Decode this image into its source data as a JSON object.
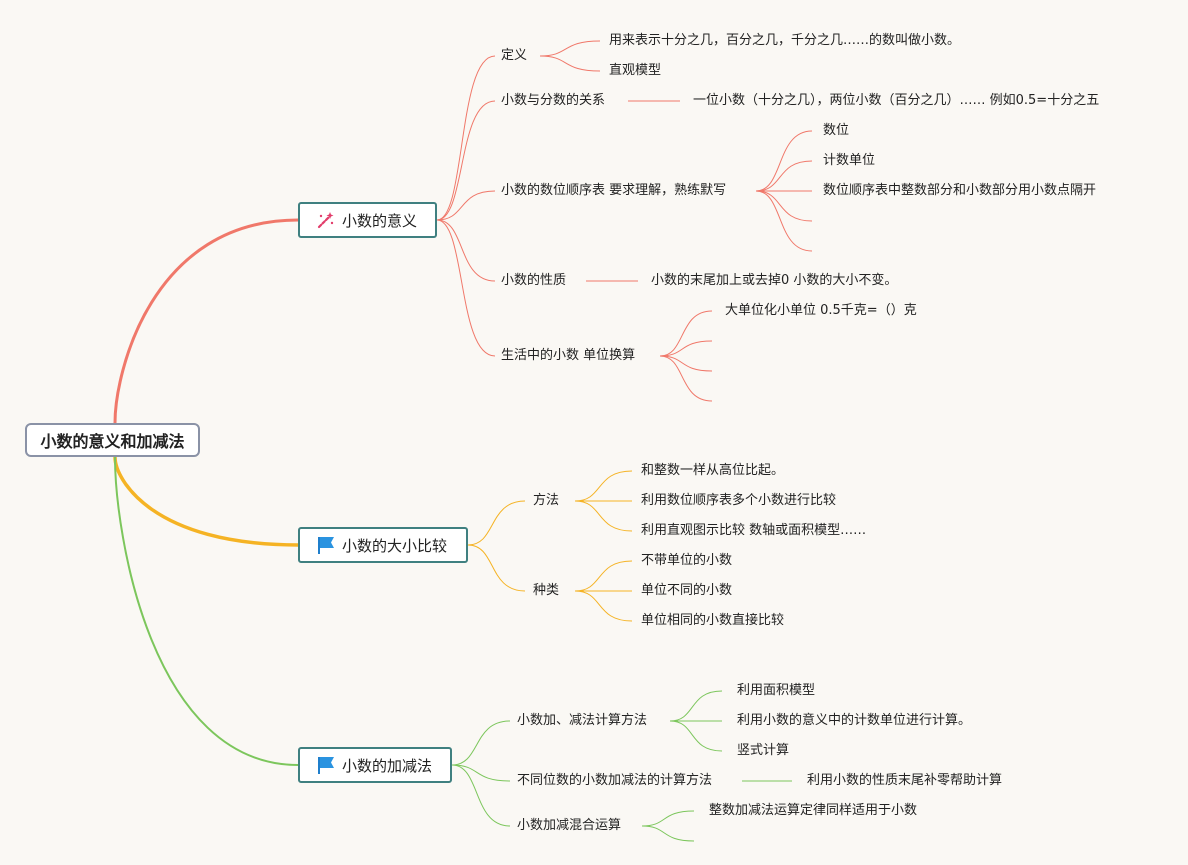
{
  "root": {
    "label": "小数的意义和加减法"
  },
  "branches": [
    {
      "label": "小数的意义",
      "icon": "magic-wand-icon",
      "color": "#f0786a",
      "children": [
        {
          "label": "定义",
          "children": [
            "用来表示十分之几，百分之几，千分之几……的数叫做小数。",
            "直观模型"
          ]
        },
        {
          "label": "小数与分数的关系",
          "children": [
            "一位小数（十分之几），两位小数（百分之几）…… 例如0.5=十分之五"
          ]
        },
        {
          "label": "小数的数位顺序表 要求理解，熟练默写",
          "children": [
            "数位",
            "计数单位",
            "数位顺序表中整数部分和小数部分用小数点隔开",
            "",
            ""
          ]
        },
        {
          "label": "小数的性质",
          "children": [
            "小数的末尾加上或去掉0 小数的大小不变。"
          ]
        },
        {
          "label": "生活中的小数 单位换算",
          "children": [
            "大单位化小单位 0.5千克=（）克",
            "",
            "",
            ""
          ]
        }
      ]
    },
    {
      "label": "小数的大小比较",
      "icon": "flag-icon",
      "color": "#f5b324",
      "children": [
        {
          "label": "方法",
          "children": [
            "和整数一样从高位比起。",
            "利用数位顺序表多个小数进行比较",
            "利用直观图示比较 数轴或面积模型……"
          ]
        },
        {
          "label": "种类",
          "children": [
            "不带单位的小数",
            "单位不同的小数",
            "单位相同的小数直接比较"
          ]
        }
      ]
    },
    {
      "label": "小数的加减法",
      "icon": "flag-icon",
      "color": "#7cc65c",
      "children": [
        {
          "label": "小数加、减法计算方法",
          "children": [
            "利用面积模型",
            "利用小数的意义中的计数单位进行计算。",
            "竖式计算"
          ]
        },
        {
          "label": "不同位数的小数加减法的计算方法",
          "children": [
            "利用小数的性质末尾补零帮助计算"
          ]
        },
        {
          "label": "小数加减混合运算",
          "children": [
            "整数加减法运算定律同样适用于小数",
            ""
          ]
        }
      ]
    }
  ]
}
